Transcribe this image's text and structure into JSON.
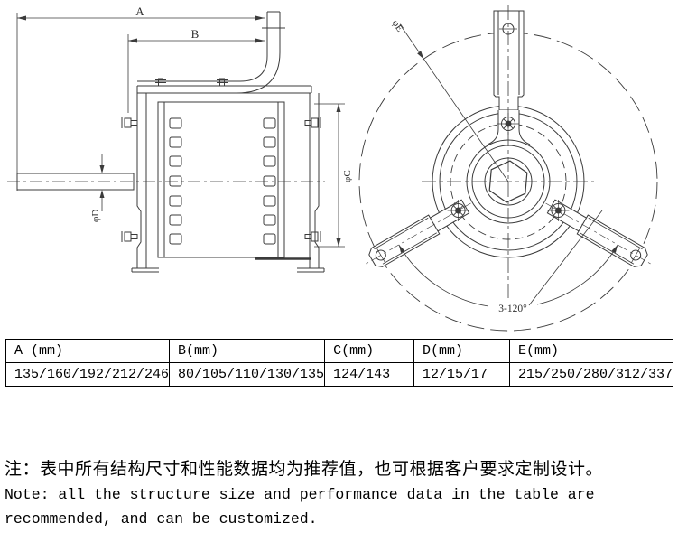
{
  "colors": {
    "line": "#3b3b3b",
    "text": "#000000",
    "background": "#ffffff"
  },
  "drawing": {
    "labels": {
      "a": "A",
      "b": "B",
      "c": "φC",
      "d": "φD",
      "e": "φE",
      "angle": "3-120°"
    }
  },
  "table": {
    "headers": [
      "A (mm)",
      "B(mm)",
      "C(mm)",
      "D(mm)",
      "E(mm)"
    ],
    "values": [
      "135/160/192/212/246",
      "80/105/110/130/135",
      "124/143",
      "12/15/17",
      "215/250/280/312/337"
    ]
  },
  "notes": {
    "zh": "注：表中所有结构尺寸和性能数据均为推荐值，也可根据客户要求定制设计。",
    "en_line1": "Note: all the structure size and performance data in the table are",
    "en_line2": "recommended, and can be customized."
  }
}
